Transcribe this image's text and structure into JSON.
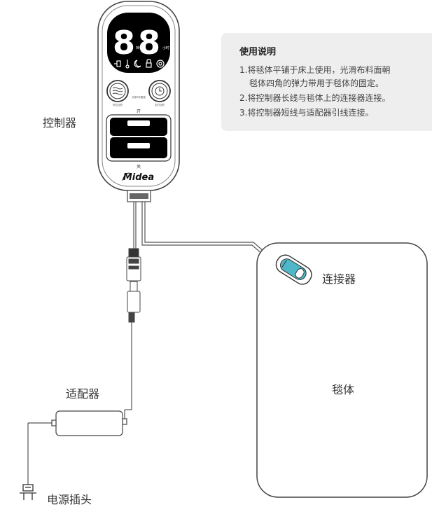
{
  "labels": {
    "controller": "控制器",
    "connector": "连接器",
    "blanket": "毯体",
    "adapter": "适配器",
    "plug": "电源插头"
  },
  "instructions": {
    "title": "使用说明",
    "lines": [
      "1.将毯体平铺于床上使用，光滑布料面朝",
      "毯体四角的弹力带用于毯体的固定。",
      "2.将控制器长线与毯体上的连接器连接。",
      "3.将控制器短线与适配器引线连接。"
    ]
  },
  "controller": {
    "display_digits": [
      "8",
      "8"
    ],
    "display_unit_left": "档位",
    "display_unit_right": "小时",
    "btn_left_caption": "档位加热",
    "btn_right_caption": "定时加热",
    "mid_caption": "长按3秒童锁",
    "on_label": "开",
    "off_label": "关",
    "brand": "Midea"
  },
  "colors": {
    "line": "#555555",
    "display_bg": "#000000",
    "digit": "#ffffff",
    "connector_accent": "#4fb7c8",
    "note_bg": "#eeeeee"
  }
}
